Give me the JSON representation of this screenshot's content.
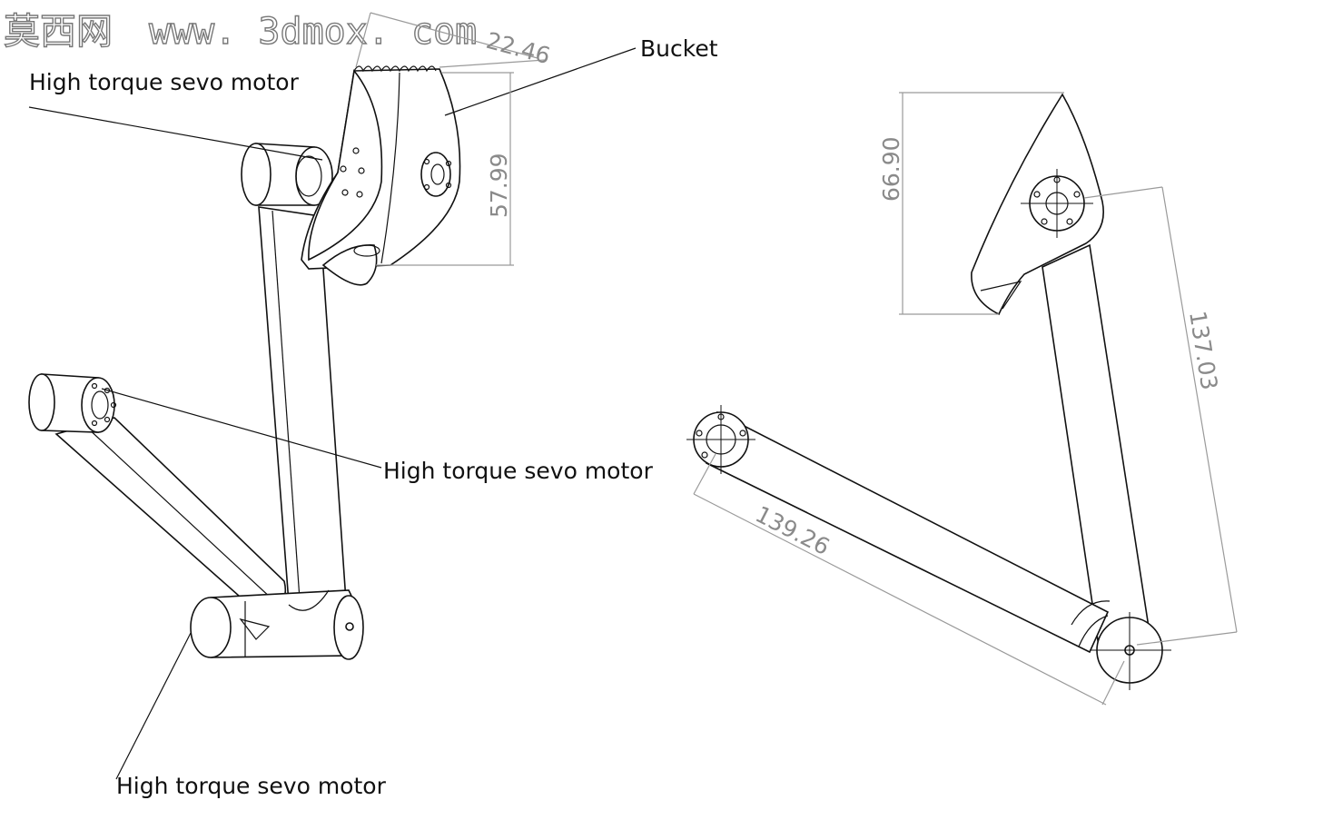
{
  "watermark": {
    "chinese": "莫西网",
    "url": "www. 3dmox. com"
  },
  "labels": {
    "bucket": "Bucket",
    "motor_top": "High torque sevo motor",
    "motor_middle": "High torque sevo motor",
    "motor_bottom": "High torque sevo motor"
  },
  "dimensions": {
    "bucket_width": "22.46",
    "bucket_height": "57.99",
    "end_height": "66.90",
    "upper_arm_length": "137.03",
    "lower_arm_length": "139.26"
  }
}
